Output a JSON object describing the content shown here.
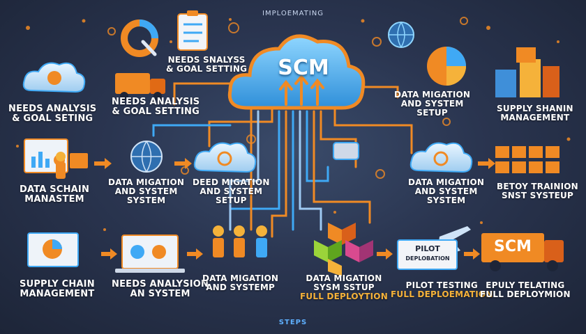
{
  "header": {
    "text": "IMPLOEMATING"
  },
  "hub": {
    "label": "SCM"
  },
  "labels": {
    "r1_left_a": "NEEDS ANALYSIS",
    "r1_left_b": "& GOAL SETING",
    "r1_top_a": "NEEDS SNALYSS",
    "r1_top_b": "& GOAL SETTING",
    "r1_mid_a": "NEEDS ANALYSIS",
    "r1_mid_b": "& GOAL SETTING",
    "r1_right_a": "DATA MIGATION",
    "r1_right_b": "AND SYSTEM",
    "r1_right_c": "SETUP",
    "r1_far_a": "SUPPLY SHANIN",
    "r1_far_b": "MANAGEMENT",
    "r2_a_a": "DATA SCHAIN",
    "r2_a_b": "MANASTEM",
    "r2_b_a": "DATA MIGATION",
    "r2_b_b": "AND SYSTEM",
    "r2_b_c": "SYSTEM",
    "r2_c_a": "DEED MIGATION",
    "r2_c_b": "AND SYSTEM",
    "r2_c_c": "SETUP",
    "r2_d_a": "DATA MIGATION",
    "r2_d_b": "AND SYSTEM",
    "r2_d_c": "SYSTEM",
    "r2_e_a": "BETOY TRAINION",
    "r2_e_b": "SNST SYSTEUP",
    "r3_a_a": "SUPPLY CHAIN",
    "r3_a_b": "MANAGEMENT",
    "r3_b_a": "NEEDS ANALYSION",
    "r3_b_b": "AN SYSTEM",
    "r3_c_a": "DATA MIGATION",
    "r3_c_b": "AND SYSTEMP",
    "r3_d_a": "DATA MIGATION",
    "r3_d_b": "SYSM SSTUP",
    "r3_d_c": "FULL DEPLOYTION",
    "r3_e_a": "PILOT TESTING",
    "r3_e_b": "FULL DEPLOEMATION",
    "r3_f_a": "EPULY TELATING",
    "r3_f_b": "FULL DEPLOYMION"
  },
  "tags": {
    "pilot_a": "PILOT",
    "pilot_b": "DEPLOBATION",
    "truck_scm": "SCM"
  },
  "footer": {
    "text": "STEPS"
  },
  "colors": {
    "accent_orange": "#f08a24",
    "accent_blue": "#3fa9f5",
    "label_yellow": "#f5b23a",
    "background": "#27314a"
  }
}
